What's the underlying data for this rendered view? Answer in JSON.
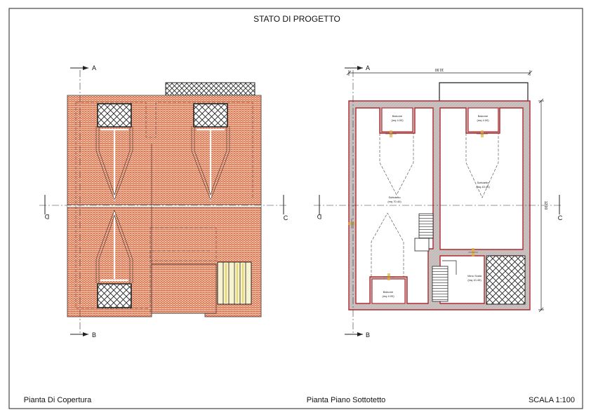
{
  "sheet": {
    "title": "STATO DI PROGETTO",
    "scale": "SCALA 1:100",
    "left_plan_title": "Pianta Di Copertura",
    "right_plan_title": "Pianta Piano Sottotetto"
  },
  "section_marks": {
    "a": "A",
    "b": "B",
    "c": "C",
    "d": "D"
  },
  "dimensions": {
    "top": "10.90",
    "right": "12.00"
  },
  "rooms": {
    "balcone_tl_name": "Balcone",
    "balcone_tl_area": "(mq 4.00)",
    "balcone_tr_name": "Balcone",
    "balcone_tr_area": "(mq 4.00)",
    "balcone_b_name": "Balcone",
    "balcone_b_area": "(mq 4.00)",
    "sottotetto_l_name": "Sottotetto",
    "sottotetto_l_area": "(mq 70.40)",
    "sottotetto_r_name": "Sottotetto",
    "sottotetto_r_area": "(mq 43.40)",
    "vano_scala_name": "Vano Scala",
    "vano_scala_area": "(mq 10.45)"
  },
  "colors": {
    "roof_tile": "#e0764f",
    "wall_fill": "#c9c0c0",
    "wall_outline": "#b0282e",
    "ink": "#222222"
  }
}
